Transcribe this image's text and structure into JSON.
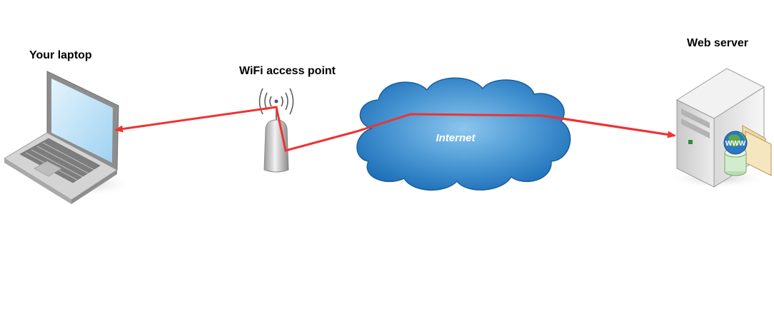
{
  "nodes": {
    "laptop": {
      "label": "Your laptop",
      "icon": "laptop-icon"
    },
    "access_point": {
      "label": "WiFi access point",
      "icon": "wifi-access-point-icon"
    },
    "cloud": {
      "label": "Internet",
      "icon": "cloud-icon"
    },
    "server": {
      "label": "Web server",
      "icon": "web-server-icon",
      "badge": "WWW"
    }
  },
  "connections": [
    {
      "from": "server",
      "to": "laptop",
      "via": [
        "cloud",
        "access_point"
      ],
      "direction": "server-to-laptop"
    }
  ],
  "colors": {
    "connection": "#ee3333",
    "cloud_dark": "#1d6fb8",
    "cloud_light": "#8cc6ee",
    "laptop_screen": "#bfe2f7",
    "device_gray": "#d9d9d9"
  }
}
